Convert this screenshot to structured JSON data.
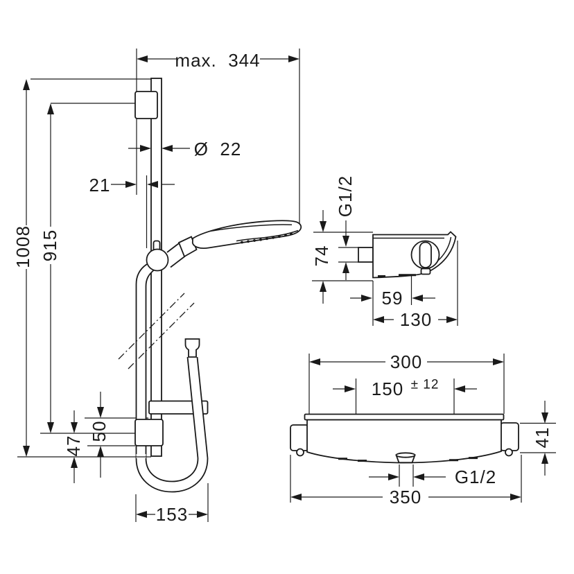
{
  "colors": {
    "line": "#1a1a1a",
    "background": "#ffffff"
  },
  "dimensions": {
    "shower_set": {
      "max_width": "max.  344",
      "rail_diameter": "Ø  22",
      "wall_offset": "21",
      "total_height": "1008",
      "fixing_span": "915",
      "bracket_height": "50",
      "bottom_offset": "47",
      "hose_loop_width": "153"
    },
    "valve_side": {
      "outlet_thread": "G1/2",
      "body_height": "74",
      "handle_offset": "59",
      "depth": "130"
    },
    "valve_front": {
      "top_width": "300",
      "inlet_spacing": "150",
      "inlet_tolerance": "± 12",
      "body_height": "41",
      "outlet_thread": "G1/2",
      "total_width": "350"
    }
  }
}
